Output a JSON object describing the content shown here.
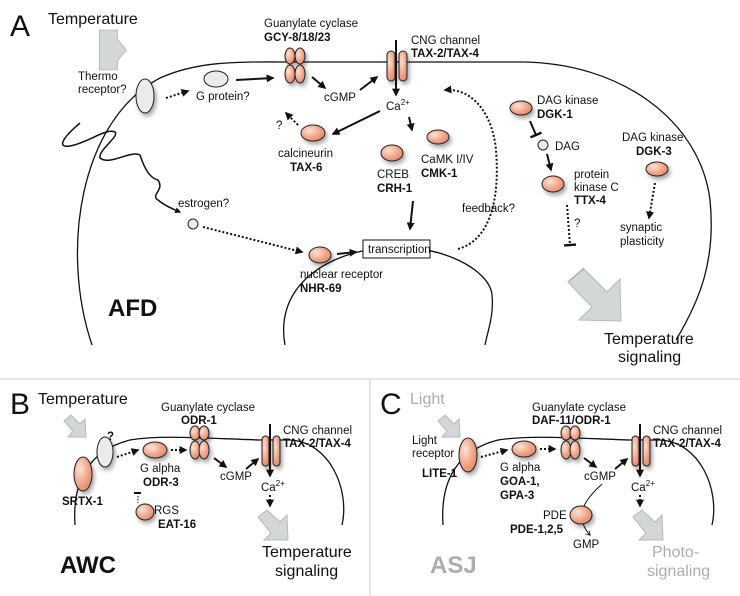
{
  "panels": {
    "A": {
      "letter": "A",
      "cell": "AFD",
      "input": "Temperature",
      "thermoreceptor": [
        "Thermo",
        "receptor?"
      ],
      "g_protein": "G protein?",
      "gc_label": "Guanylate cyclase",
      "gc_gene": "GCY-8/18/23",
      "cng_label": "CNG channel",
      "cng_gene": "TAX-2/TAX-4",
      "cgmp": "cGMP",
      "ca": "Ca",
      "ca_sup": "2+",
      "calcineurin_label": "calcineurin",
      "calcineurin_gene": "TAX-6",
      "question": "?",
      "creb_label": "CREB",
      "creb_gene": "CRH-1",
      "camk_label": "CaMK I/IV",
      "camk_gene": "CMK-1",
      "estrogen": "estrogen?",
      "transcription": "transcription",
      "nr_label": "nuclear receptor",
      "nr_gene": "NHR-69",
      "feedback": "feedback?",
      "dgk1_label": "DAG kinase",
      "dgk1_gene": "DGK-1",
      "dag": "DAG",
      "pkc_label": [
        "protein",
        "kinase C"
      ],
      "pkc_gene": "TTX-4",
      "dgk3_label": "DAG kinase",
      "dgk3_gene": "DGK-3",
      "synaptic": [
        "synaptic",
        "plasticity"
      ],
      "output": [
        "Temperature",
        "signaling"
      ]
    },
    "B": {
      "letter": "B",
      "cell": "AWC",
      "input": "Temperature",
      "question": "?",
      "srtx": "SRTX-1",
      "galpha_label": "G alpha",
      "galpha_gene": "ODR-3",
      "gc_label": "Guanylate cyclase",
      "gc_gene": "ODR-1",
      "cng_label": "CNG channel",
      "cng_gene": "TAX-2/TAX-4",
      "cgmp": "cGMP",
      "ca": "Ca",
      "ca_sup": "2+",
      "rgs_label": "RGS",
      "rgs_gene": "EAT-16",
      "output": [
        "Temperature",
        "signaling"
      ]
    },
    "C": {
      "letter": "C",
      "cell": "ASJ",
      "input": "Light",
      "receptor_label": [
        "Light",
        "receptor"
      ],
      "receptor_gene": "LITE-1",
      "galpha_label": "G alpha",
      "galpha_genes": [
        "GOA-1,",
        "GPA-3"
      ],
      "gc_label": "Guanylate cyclase",
      "gc_gene": "DAF-11/ODR-1",
      "cng_label": "CNG channel",
      "cng_gene": "TAX-2/TAX-4",
      "cgmp": "cGMP",
      "ca": "Ca",
      "ca_sup": "2+",
      "pde_label": "PDE",
      "pde_gene": "PDE-1,2,5",
      "gmp": "GMP",
      "output": [
        "Photo-",
        "signaling"
      ]
    }
  },
  "colors": {
    "protein_fill": "#f2a98c",
    "protein_highlight": "#fde3d8",
    "grey_arrow": "#d3d7d8",
    "muted_text": "#a9aeb0",
    "divider": "#cccccc"
  }
}
